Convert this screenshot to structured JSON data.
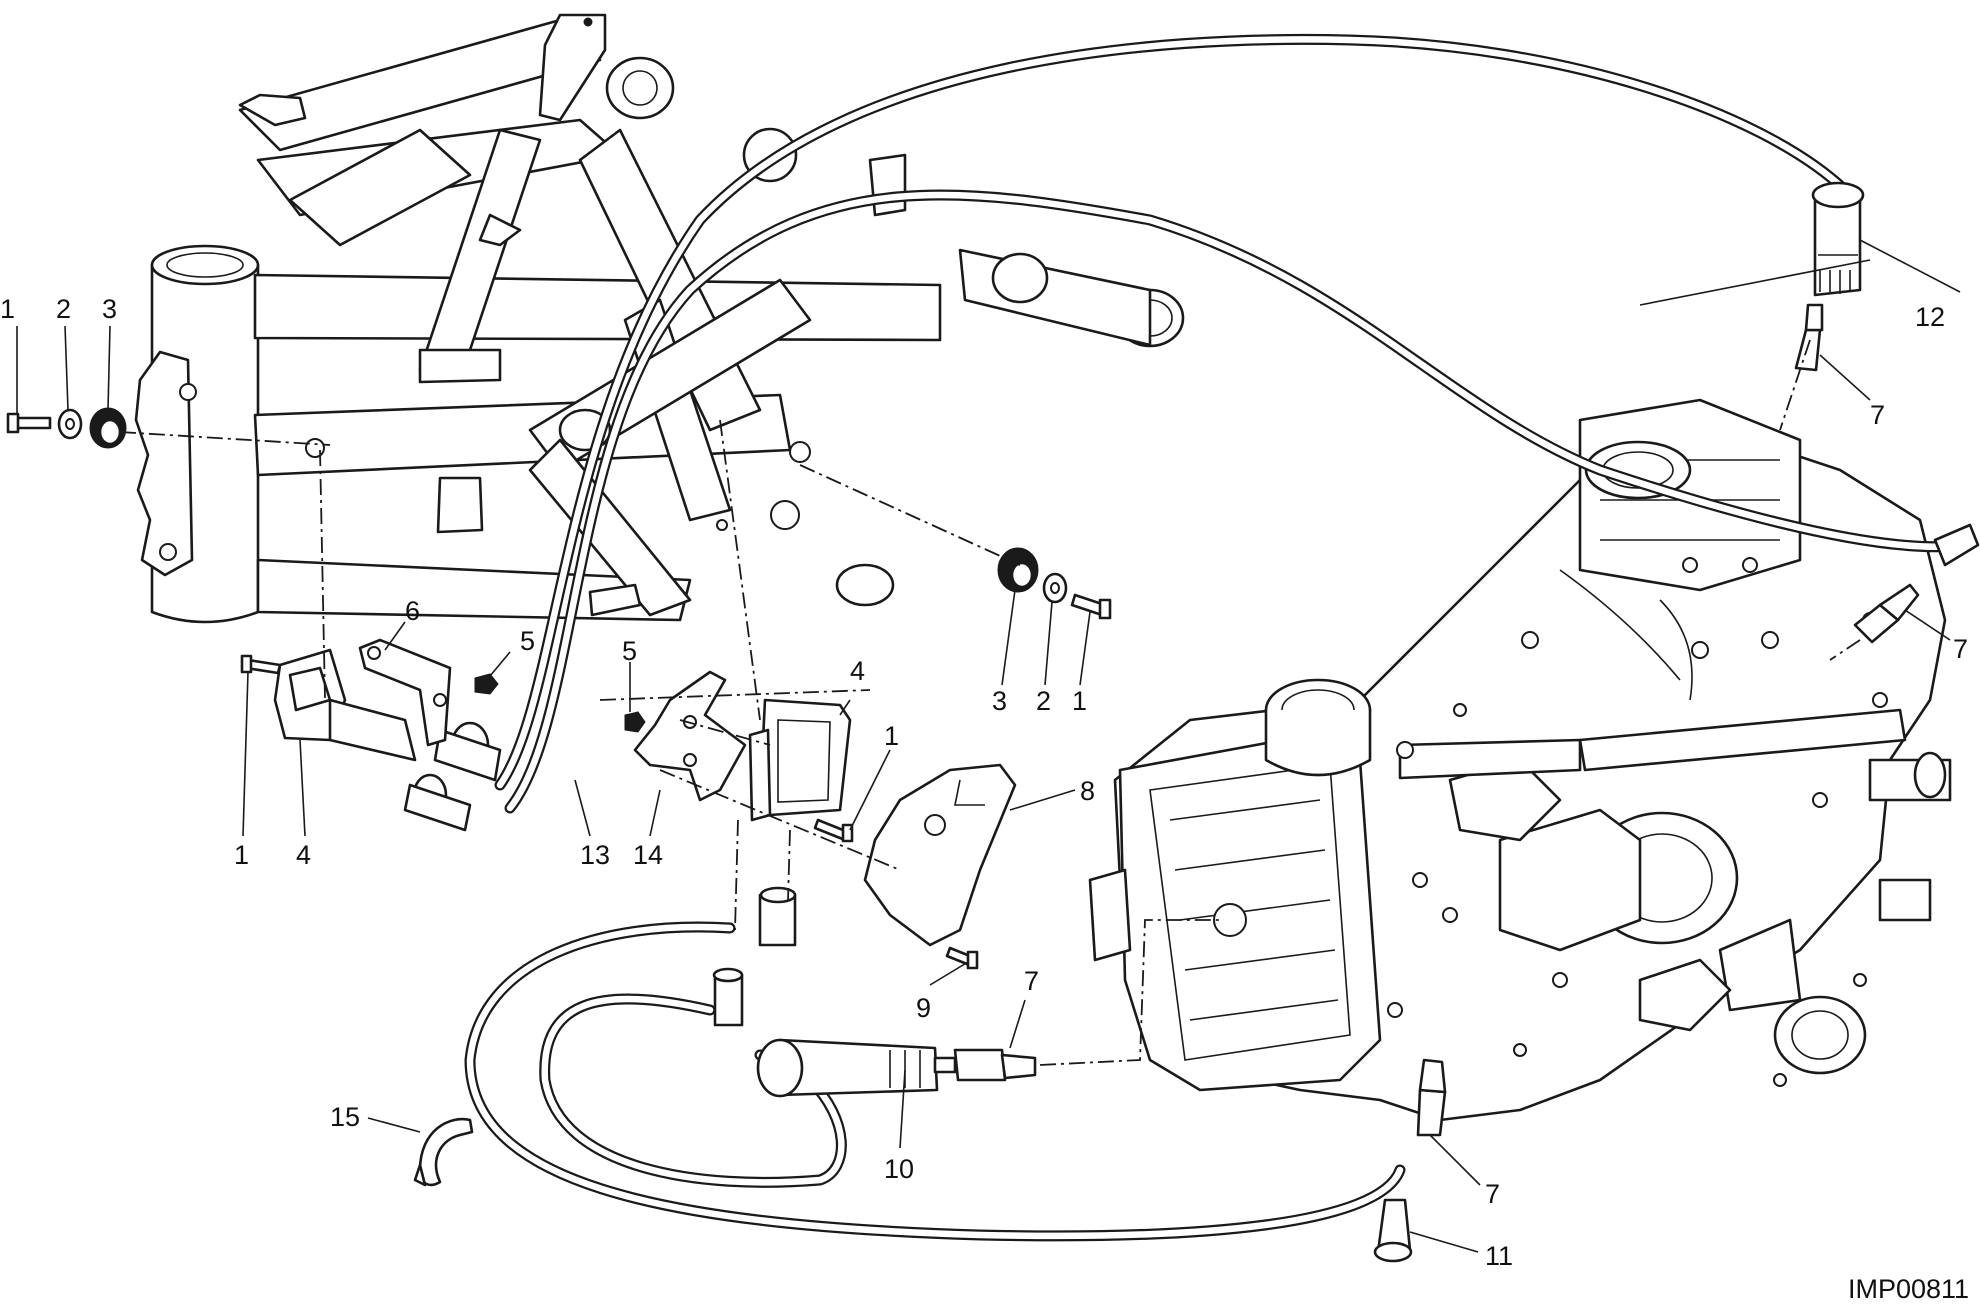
{
  "drawing_code": "IMP00811",
  "callouts": {
    "c1a": "1",
    "c2a": "2",
    "c3a": "3",
    "c1b": "1",
    "c2b": "2",
    "c3b": "3",
    "c1c": "1",
    "c1d": "1",
    "c4a": "4",
    "c4b": "4",
    "c5a": "5",
    "c5b": "5",
    "c6": "6",
    "c7a": "7",
    "c7b": "7",
    "c7c": "7",
    "c7d": "7",
    "c8": "8",
    "c9": "9",
    "c10": "10",
    "c11": "11",
    "c12": "12",
    "c13": "13",
    "c14": "14",
    "c15": "15"
  }
}
